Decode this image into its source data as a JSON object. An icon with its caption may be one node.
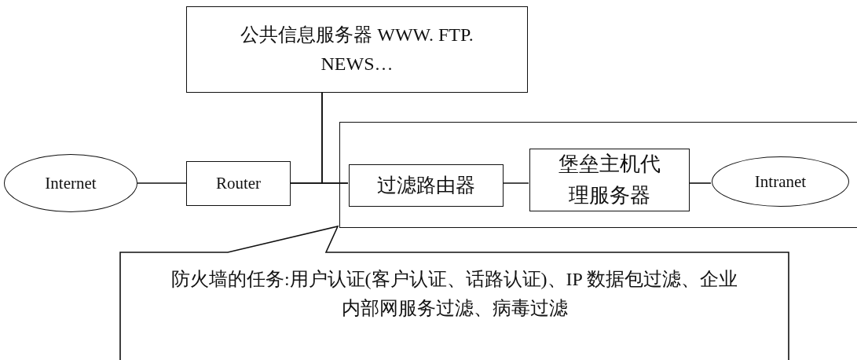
{
  "diagram": {
    "nodes": [
      {
        "text": [
          "公共信息服务器 WWW. FTP. NEWS…"
        ]
      },
      {
        "text": [
          "Internet"
        ]
      },
      {
        "text": [
          "Router"
        ]
      },
      {
        "text": [],
        "shape": "box"
      },
      {
        "text": [
          "过滤路由器"
        ],
        "in": 3
      },
      {
        "text": [
          "堡垒主机代理服务器"
        ],
        "in": 3
      },
      {
        "text": [
          "Intranet"
        ],
        "in": 3
      },
      {
        "text": [
          "防火墙的任务:用户认证(客户认证、话路认证)、IP 数据包过滤、企业内部网服务过滤、病毒过滤"
        ]
      }
    ],
    "edges": [
      {
        "from": 1,
        "to": 2,
        "arrow": "none"
      },
      {
        "from": 2,
        "to": 4,
        "arrow": "none"
      },
      {
        "from": 0,
        "to": 2,
        "arrow": "none"
      },
      {
        "from": 0,
        "to": 4,
        "arrow": "none"
      },
      {
        "from": 4,
        "to": 5,
        "arrow": "none"
      },
      {
        "from": 5,
        "to": 6,
        "arrow": "none"
      }
    ]
  }
}
